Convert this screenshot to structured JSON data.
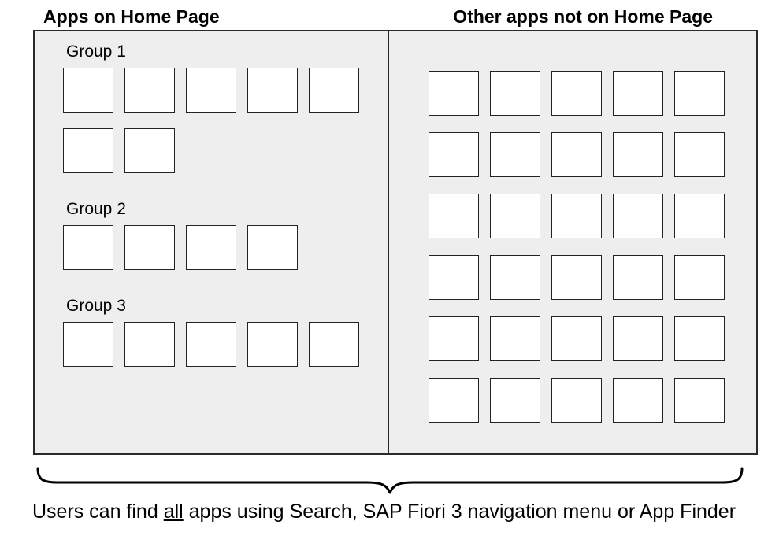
{
  "left_panel": {
    "title": "Apps on Home Page",
    "groups": [
      {
        "label": "Group 1",
        "rows": [
          5,
          2
        ]
      },
      {
        "label": "Group 2",
        "rows": [
          4
        ]
      },
      {
        "label": "Group 3",
        "rows": [
          5
        ]
      }
    ]
  },
  "right_panel": {
    "title": "Other apps not on Home Page",
    "grid": {
      "columns": 5,
      "rows": 6
    }
  },
  "caption": {
    "prefix": "Users can find ",
    "underlined": "all",
    "suffix": " apps using Search, SAP Fiori 3 navigation menu or App Finder"
  },
  "colors": {
    "panel_background": "#eeeeee",
    "tile_background": "#ffffff",
    "border": "#2a2a2a"
  }
}
